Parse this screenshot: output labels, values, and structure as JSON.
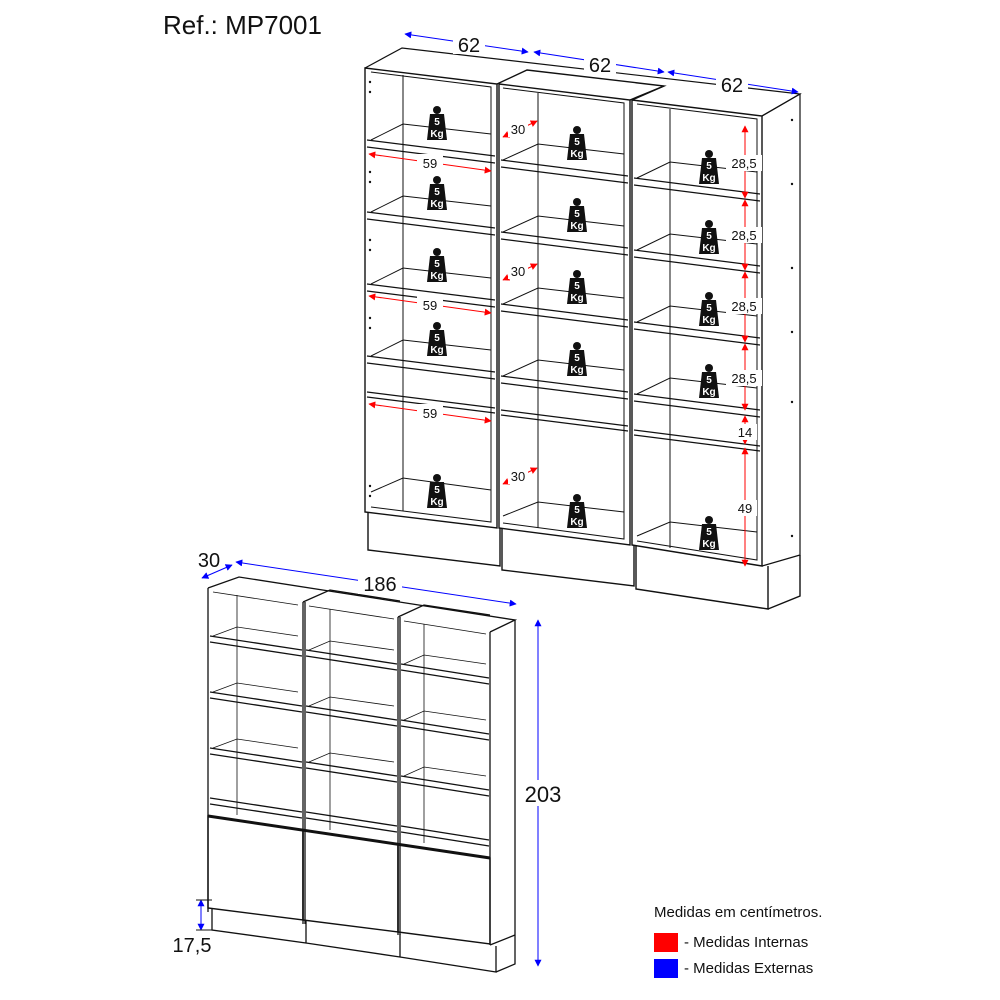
{
  "reference": "Ref.: MP7001",
  "colors": {
    "internal": "#ff0000",
    "external": "#0000ff",
    "line": "#111111"
  },
  "open_view": {
    "module_widths": [
      "62",
      "62",
      "62"
    ],
    "weight_badge": {
      "top": "5",
      "bottom": "Kg"
    },
    "internal_widths": [
      "59",
      "59",
      "59"
    ],
    "internal_depths": [
      "30",
      "30",
      "30"
    ],
    "niche_heights": [
      "28,5",
      "28,5",
      "28,5",
      "28,5",
      "14",
      "49"
    ]
  },
  "closed_view": {
    "depth": "30",
    "total_width": "186",
    "total_height": "203",
    "base_height": "17,5"
  },
  "legend": {
    "title": "Medidas em centímetros.",
    "items": [
      {
        "label": "- Medidas Internas",
        "color": "#ff0000"
      },
      {
        "label": "- Medidas Externas",
        "color": "#0000ff"
      }
    ]
  }
}
